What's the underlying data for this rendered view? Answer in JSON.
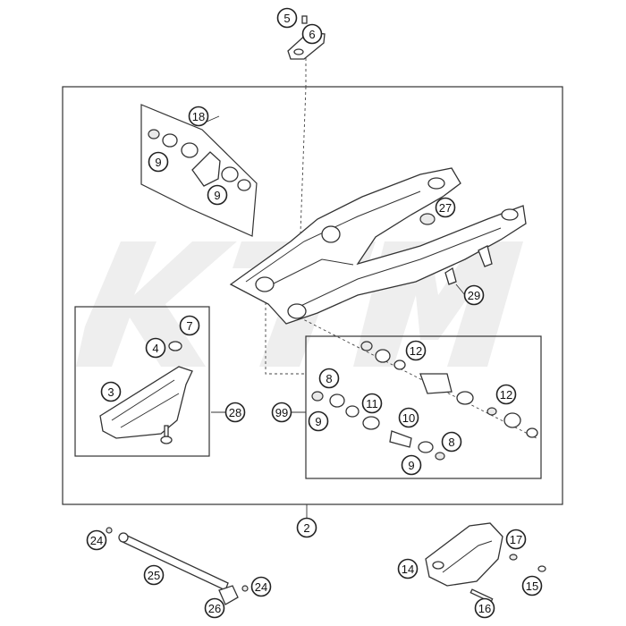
{
  "callouts": [
    {
      "id": "c5",
      "label": "5"
    },
    {
      "id": "c6",
      "label": "6"
    },
    {
      "id": "c18",
      "label": "18"
    },
    {
      "id": "c9a",
      "label": "9"
    },
    {
      "id": "c9b",
      "label": "9"
    },
    {
      "id": "c27",
      "label": "27"
    },
    {
      "id": "c29",
      "label": "29"
    },
    {
      "id": "c7",
      "label": "7"
    },
    {
      "id": "c4",
      "label": "4"
    },
    {
      "id": "c3",
      "label": "3"
    },
    {
      "id": "c28",
      "label": "28"
    },
    {
      "id": "c12a",
      "label": "12"
    },
    {
      "id": "c8a",
      "label": "8"
    },
    {
      "id": "c11",
      "label": "11"
    },
    {
      "id": "c12b",
      "label": "12"
    },
    {
      "id": "c99",
      "label": "99"
    },
    {
      "id": "c9c",
      "label": "9"
    },
    {
      "id": "c10",
      "label": "10"
    },
    {
      "id": "c8b",
      "label": "8"
    },
    {
      "id": "c9d",
      "label": "9"
    },
    {
      "id": "c2",
      "label": "2"
    },
    {
      "id": "c24a",
      "label": "24"
    },
    {
      "id": "c25",
      "label": "25"
    },
    {
      "id": "c24b",
      "label": "24"
    },
    {
      "id": "c26",
      "label": "26"
    },
    {
      "id": "c17",
      "label": "17"
    },
    {
      "id": "c14",
      "label": "14"
    },
    {
      "id": "c15",
      "label": "15"
    },
    {
      "id": "c16",
      "label": "16"
    }
  ]
}
